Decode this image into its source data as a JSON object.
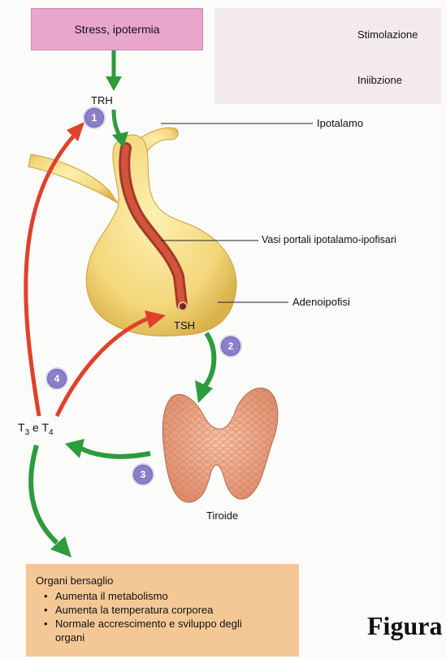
{
  "header": {
    "stimulus": "Stress, ipotermia"
  },
  "legend": {
    "stimulation_label": "Stimolazione",
    "inhibition_label": "Iniibzione",
    "stimulation_color": "#2e9b3c",
    "inhibition_color": "#e0412b"
  },
  "labels": {
    "trh": "TRH",
    "hypothalamus": "Ipotalamo",
    "portal_vessels": "Vasi portali ipotalamo-ipofisari",
    "adenohypophysis": "Adenoipofisi",
    "tsh": "TSH",
    "thyroid": "Tiroide",
    "t3_symbol": "T",
    "t3_sub": "3",
    "t3_connector": " e ",
    "t4_symbol": "T",
    "t4_sub": "4"
  },
  "steps": [
    "1",
    "2",
    "3",
    "4"
  ],
  "targets": {
    "title": "Organi bersaglio",
    "items": [
      "Aumenta il metabolismo",
      "Aumenta la temperatura corporea",
      "Normale accrescimento e sviluppo degli organi"
    ]
  },
  "caption": "Figura"
}
